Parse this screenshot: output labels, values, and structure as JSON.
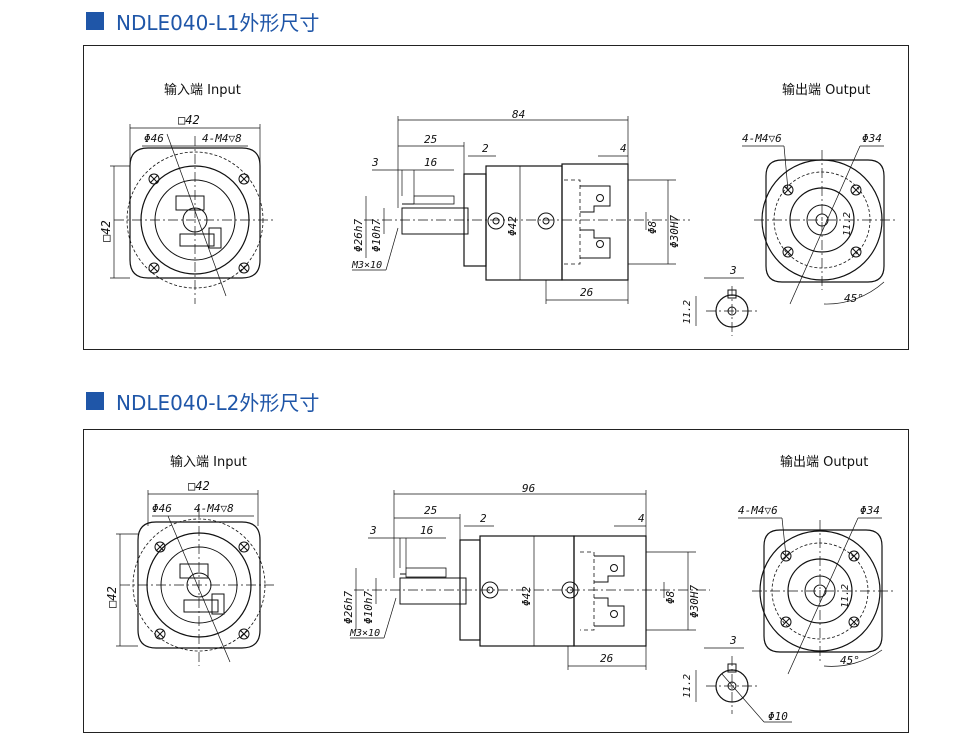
{
  "sections": [
    {
      "title": "NDLE040-L1外形尺寸",
      "input_label": "输入端 Input",
      "output_label": "输出端 Output",
      "dims": {
        "square": "□42",
        "pcd_in": "Φ46",
        "holes_in": "4-M4▽8",
        "side": "□42",
        "length": "84",
        "d25": "25",
        "d2": "2",
        "d3": "3",
        "d16": "16",
        "d4": "4",
        "shaft26": "Φ26h7",
        "shaft10": "Φ10h7",
        "body42": "Φ42",
        "bore8": "Φ8",
        "bore30": "Φ30H7",
        "d26": "26",
        "m3": "M3×10",
        "holes_out": "4-M4▽6",
        "pcd_out": "Φ34",
        "key3": "3",
        "key112": "11.2",
        "angle": "45°"
      }
    },
    {
      "title": "NDLE040-L2外形尺寸",
      "input_label": "输入端 Input",
      "output_label": "输出端 Output",
      "dims": {
        "square": "□42",
        "pcd_in": "Φ46",
        "holes_in": "4-M4▽8",
        "side": "□42",
        "length": "96",
        "d25": "25",
        "d2": "2",
        "d3": "3",
        "d16": "16",
        "d4": "4",
        "shaft26": "Φ26h7",
        "shaft10": "Φ10h7",
        "body42": "Φ42",
        "bore8": "Φ8",
        "bore30": "Φ30H7",
        "d26": "26",
        "m3": "M3×10",
        "holes_out": "4-M4▽6",
        "pcd_out": "Φ34",
        "key3": "3",
        "key112": "11.2",
        "angle": "45°",
        "shaft_dia": "Φ10"
      }
    }
  ],
  "colors": {
    "accent": "#1f56a8",
    "line": "#111111"
  }
}
